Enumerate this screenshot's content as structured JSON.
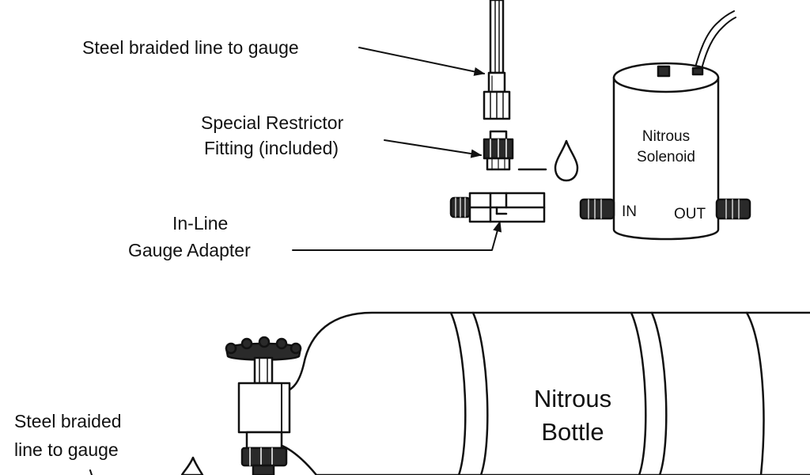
{
  "labels": {
    "steel_line_top": "Steel braided line to gauge",
    "restrictor_line1": "Special Restrictor",
    "restrictor_line2": "Fitting (included)",
    "adapter_line1": "In-Line",
    "adapter_line2": "Gauge Adapter",
    "solenoid_line1": "Nitrous",
    "solenoid_line2": "Solenoid",
    "port_in": "IN",
    "port_out": "OUT",
    "bottle_line1": "Nitrous",
    "bottle_line2": "Bottle",
    "steel_line_bottom1": "Steel braided",
    "steel_line_bottom2": "line to gauge"
  },
  "colors": {
    "ink": "#111111",
    "dark_fill": "#2a2a2a",
    "paper": "#ffffff"
  }
}
